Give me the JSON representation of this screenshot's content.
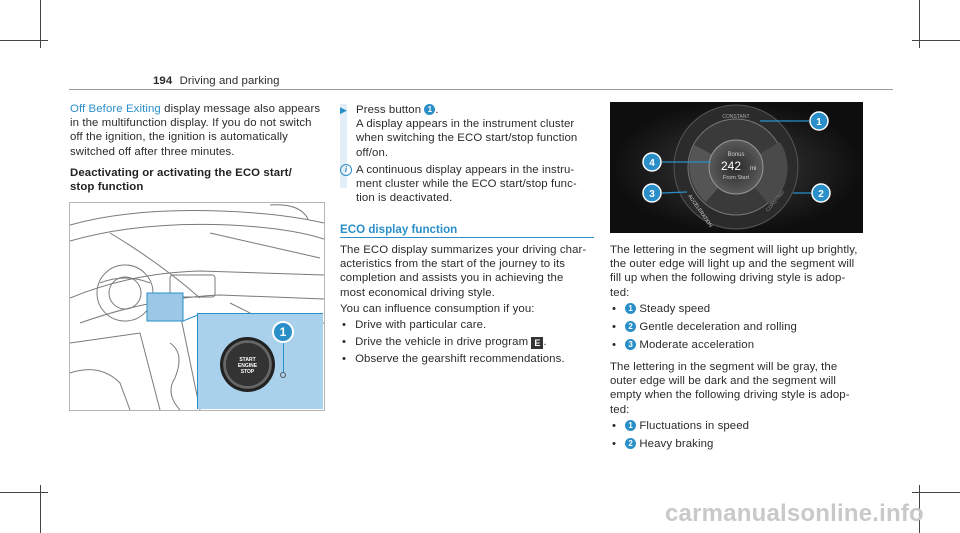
{
  "header": {
    "page_number": "194",
    "section": "Driving and parking"
  },
  "left": {
    "intro_link": "Off Before Exiting",
    "intro_lines": [
      " display message also appears",
      "in the multifunction display. If you do not switch",
      "off the ignition, the ignition is automatically",
      "switched off after three minutes."
    ],
    "subhead_lines": [
      "Deactivating or activating the ECO start/",
      "stop function"
    ],
    "figure": {
      "callout": "1",
      "button_lines": [
        "START",
        "ENGINE",
        "STOP"
      ]
    }
  },
  "middle": {
    "step_arrow": "▶",
    "step_lines": [
      "Press button ",
      "."
    ],
    "step_num": "1",
    "step_detail": [
      "A display appears in the instrument cluster",
      "when switching the ECO start/stop function",
      "off/on."
    ],
    "info_icon": "i",
    "info_lines": [
      "A continuous display appears in the instru-",
      "ment cluster while the ECO start/stop func-",
      "tion is deactivated."
    ],
    "heading": "ECO display function",
    "body_lines": [
      "The ECO display summarizes your driving char-",
      "acteristics from the start of the journey to its",
      "completion and assists you in achieving the",
      "most economical driving style.",
      "You can influence consumption if you:"
    ],
    "bullets": [
      "Drive with particular care.",
      "Drive the vehicle in drive program ",
      "Observe the gearshift recommendations."
    ],
    "program_icon": "E",
    "program_suffix": "."
  },
  "right": {
    "figure": {
      "label_constant": "CONSTANT",
      "label_acceleration": "ACCELERATION",
      "label_coasting": "COASTING",
      "bonus_label": "Bonus",
      "bonus_value": "242",
      "bonus_unit": "mi",
      "bonus_from": "From Start",
      "callouts": [
        "1",
        "2",
        "3",
        "4"
      ]
    },
    "para1_lines": [
      "The lettering in the segment will light up brightly,",
      "the outer edge will light up and the segment will",
      "fill up when the following driving style is adop-",
      "ted:"
    ],
    "list1": [
      {
        "num": "1",
        "text": "Steady speed"
      },
      {
        "num": "2",
        "text": "Gentle deceleration and rolling"
      },
      {
        "num": "3",
        "text": "Moderate acceleration"
      }
    ],
    "para2_lines": [
      "The lettering in the segment will be gray, the",
      "outer edge will be dark and the segment will",
      "empty when the following driving style is adop-",
      "ted:"
    ],
    "list2": [
      {
        "num": "1",
        "text": "Fluctuations in speed"
      },
      {
        "num": "2",
        "text": "Heavy braking"
      }
    ],
    "bullet_symbol": "•"
  },
  "footer": {
    "watermark": "carmanualsonline.info"
  }
}
